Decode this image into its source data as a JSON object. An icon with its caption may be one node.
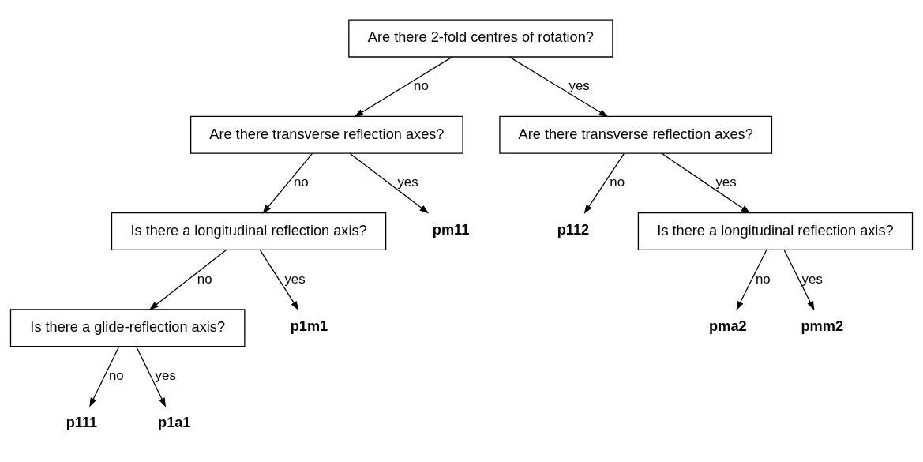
{
  "diagram": {
    "nodes": [
      {
        "text": [
          "Are there 2-fold centres of rotation?"
        ]
      },
      {
        "text": [
          "Are there transverse reflection axes?"
        ]
      },
      {
        "text": [
          "Are there transverse reflection axes?"
        ]
      },
      {
        "text": [
          "Is there a longitudinal reflection axis?"
        ]
      },
      {
        "text": [
          "pm11"
        ]
      },
      {
        "text": [
          "p112"
        ]
      },
      {
        "text": [
          "Is there a longitudinal reflection axis?"
        ]
      },
      {
        "text": [
          "Is there a glide-reflection axis?"
        ]
      },
      {
        "text": [
          "p1m1"
        ]
      },
      {
        "text": [
          "pma2"
        ]
      },
      {
        "text": [
          "pmm2"
        ]
      },
      {
        "text": [
          "p111"
        ]
      },
      {
        "text": [
          "p1a1"
        ]
      }
    ],
    "edges": [
      {
        "from": 0,
        "to": 1,
        "arrow": "to",
        "label": "no"
      },
      {
        "from": 0,
        "to": 2,
        "arrow": "to",
        "label": "yes"
      },
      {
        "from": 1,
        "to": 3,
        "arrow": "to",
        "label": "no"
      },
      {
        "from": 1,
        "to": 4,
        "arrow": "to",
        "label": "yes"
      },
      {
        "from": 2,
        "to": 5,
        "arrow": "to",
        "label": "no"
      },
      {
        "from": 2,
        "to": 6,
        "arrow": "to",
        "label": "yes"
      },
      {
        "from": 3,
        "to": 7,
        "arrow": "to",
        "label": "no"
      },
      {
        "from": 3,
        "to": 8,
        "arrow": "to",
        "label": "yes"
      },
      {
        "from": 6,
        "to": 9,
        "arrow": "to",
        "label": "no"
      },
      {
        "from": 6,
        "to": 10,
        "arrow": "to",
        "label": "yes"
      },
      {
        "from": 7,
        "to": 11,
        "arrow": "to",
        "label": "no"
      },
      {
        "from": 7,
        "to": 12,
        "arrow": "to",
        "label": "yes"
      }
    ]
  }
}
